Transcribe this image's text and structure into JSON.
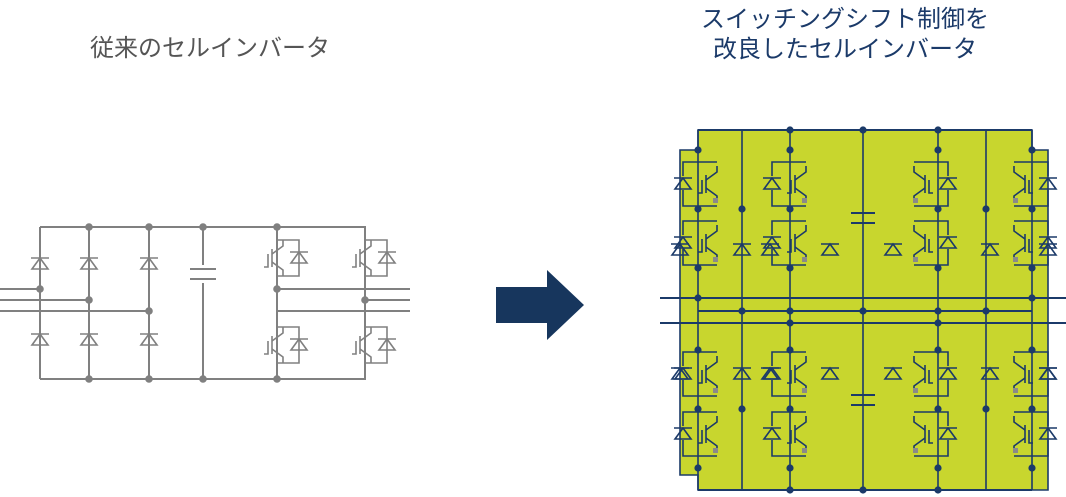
{
  "titles": {
    "conventional": "従来のセルインバータ",
    "improved_line1": "スイッチングシフト制御を",
    "improved_line2": "改良したセルインバータ"
  },
  "colors": {
    "conventional_lines": "#808080",
    "improved_lines": "#1b3a69",
    "improved_fill": "#c8d62e",
    "arrow": "#17365d",
    "gate_marker": "#8a8a8a"
  },
  "icons": {
    "arrow": "right-arrow-icon",
    "diode": "diode-icon",
    "igbt": "igbt-icon",
    "capacitor": "capacitor-icon"
  }
}
